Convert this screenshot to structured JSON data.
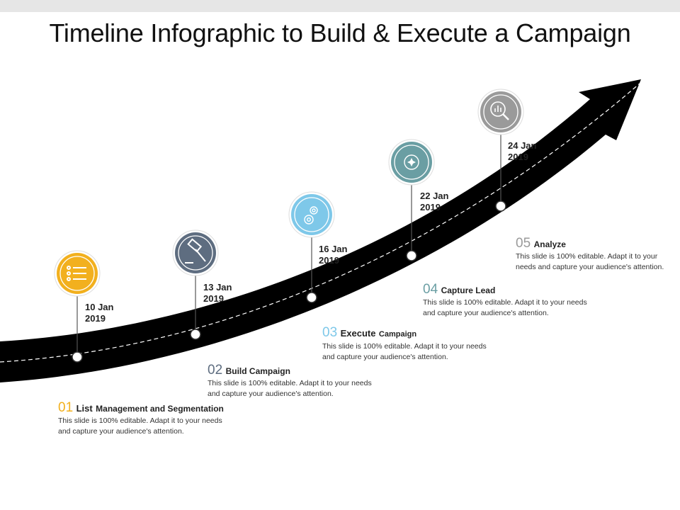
{
  "title": "Timeline Infographic to Build & Execute a Campaign",
  "colors": {
    "road": "#000000",
    "dash": "#ffffff",
    "accent1": "#f2b01e",
    "accent2": "#5e6d80",
    "accent3": "#7ec8e9",
    "accent4": "#6a9ea3",
    "accent5": "#9a9a9a"
  },
  "steps": [
    {
      "number": "01",
      "heading_a": "List",
      "heading_b": "Management and Segmentation",
      "description": "This slide is 100% editable. Adapt it to your needs and capture your audience's attention.",
      "date_line1": "10 Jan",
      "date_line2": "2019",
      "icon": "list-icon",
      "color": "#f2b01e"
    },
    {
      "number": "02",
      "heading_a": "Build Campaign",
      "heading_b": "",
      "description": "This slide is 100% editable. Adapt it to your needs and capture your audience's attention.",
      "date_line1": "13 Jan",
      "date_line2": "2019",
      "icon": "gavel-icon",
      "color": "#5e6d80"
    },
    {
      "number": "03",
      "heading_a": "Execute",
      "heading_b": "Campaign",
      "description": "This slide is 100% editable. Adapt it to your needs and capture your audience's attention.",
      "date_line1": "16 Jan",
      "date_line2": "2019",
      "icon": "gears-icon",
      "color": "#7ec8e9"
    },
    {
      "number": "04",
      "heading_a": "Capture Lead",
      "heading_b": "",
      "description": "This slide is 100% editable. Adapt it to your needs and capture your audience's attention.",
      "date_line1": "22 Jan",
      "date_line2": "2019",
      "icon": "target-icon",
      "color": "#6a9ea3"
    },
    {
      "number": "05",
      "heading_a": "Analyze",
      "heading_b": "",
      "description": "This slide is 100% editable. Adapt it to your needs and capture your audience's attention.",
      "date_line1": "24 Jan",
      "date_line2": "2019",
      "icon": "chart-search-icon",
      "color": "#9a9a9a"
    }
  ]
}
